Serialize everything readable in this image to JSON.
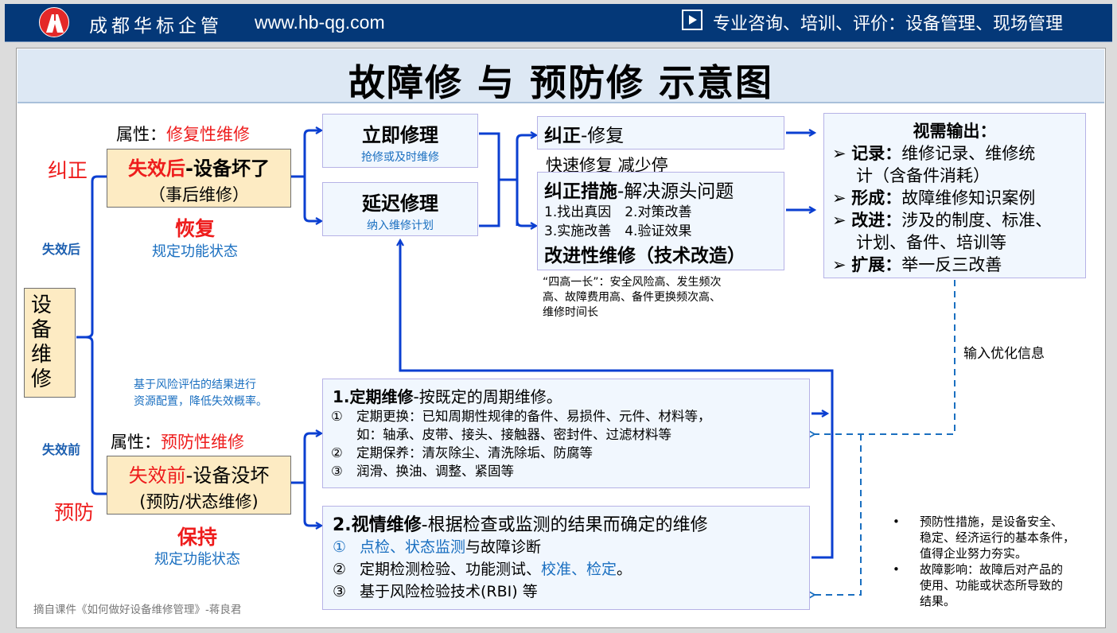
{
  "header": {
    "logo": "hb-logo-icon",
    "brand": "成都华标企管",
    "url": "www.hb-qg.com",
    "services_icon": "play-icon",
    "services": "专业咨询、培训、评价：设备管理、现场管理"
  },
  "title": "故障修 与 预防修 示意图",
  "colors": {
    "header_bg": "#043878",
    "accent_red": "#ee1c1c",
    "accent_blue": "#1a6fc0",
    "line_blue": "#0b3fd1",
    "beige_box": "#fdebc3",
    "light_box": "#f1f7fe"
  },
  "root": {
    "label": "设备维修",
    "branch_after": "失效后",
    "branch_before": "失效前"
  },
  "corrective": {
    "side_label": "纠正",
    "attr_prefix": "属性：",
    "attr_value": "修复性维修",
    "box_red": "失效后",
    "box_black": "-设备坏了",
    "box_sub": "（事后维修）",
    "result_red": "恢复",
    "result_blue": "规定功能状态"
  },
  "repair_options": [
    {
      "title": "立即修理",
      "sub": "抢修或及时维修"
    },
    {
      "title": "延迟修理",
      "sub": "纳入维修计划"
    }
  ],
  "fix": {
    "title_bold": "纠正",
    "title_rest": "-修复",
    "note": "快速修复 减少停"
  },
  "measures": {
    "title_bold": "纠正措施",
    "title_rest": "-解决源头问题",
    "line1": "1.找出真因　2.对策改善",
    "line2": "3.实施改善　4.验证效果",
    "improve": "改进性维修（技术改造）",
    "note": "“四高一长”：安全风险高、发生频次高、故障费用高、备件更换频次高、维修时间长",
    "note_lines": [
      "“四高一长”：安全风险高、发生频次",
      "高、故障费用高、备件更换频次高、",
      "维修时间长"
    ]
  },
  "outputs": {
    "title": "视需输出：",
    "items": [
      {
        "key": "记录",
        "text": "维修记录、维修统",
        "cont": "计（含备件消耗）"
      },
      {
        "key": "形成",
        "text": "故障维修知识案例",
        "cont": ""
      },
      {
        "key": "改进",
        "text": "涉及的制度、标准、",
        "cont": "计划、备件、培训等"
      },
      {
        "key": "扩展",
        "text": "举一反三改善",
        "cont": ""
      }
    ],
    "feedback_label": "输入优化信息"
  },
  "preventive": {
    "risk_note": [
      "基于风险评估的结果进行",
      "资源配置，降低失效概率。"
    ],
    "side_label": "预防",
    "attr_prefix": "属性：",
    "attr_value": "预防性维修",
    "box_red": "失效前",
    "box_black": "-设备没坏",
    "box_sub": "(预防/状态维修)",
    "result_red": "保持",
    "result_blue": "规定功能状态"
  },
  "periodic": {
    "title_bold": "1.定期维修",
    "title_rest": "-按既定的周期维修。",
    "items": [
      {
        "num": "①",
        "text": "定期更换：已知周期性规律的备件、易损件、元件、材料等，",
        "cont": "如：轴承、皮带、接头、接触器、密封件、过滤材料等"
      },
      {
        "num": "②",
        "text": "定期保养：清灰除尘、清洗除垢、防腐等",
        "cont": ""
      },
      {
        "num": "③",
        "text": "润滑、换油、调整、紧固等",
        "cont": ""
      }
    ]
  },
  "condition": {
    "title_bold": "2.视情维修",
    "title_rest": "-根据检查或监测的结果而确定的维修",
    "items": [
      {
        "num": "①",
        "blue": "点检、状态监测",
        "black": "与故障诊断"
      },
      {
        "num": "②",
        "black": "定期检测检验、功能测试、",
        "blue": "校准、检定",
        "tail": "。"
      },
      {
        "num": "③",
        "black": "基于风险检验技术(RBI) 等"
      }
    ]
  },
  "notes": [
    [
      "预防性措施，是设备安全、",
      "稳定、经济运行的基本条件，",
      "值得企业努力夯实。"
    ],
    [
      "故障影响：故障后对产品的",
      "使用、功能或状态所导致的",
      "结果。"
    ]
  ],
  "source": "摘自课件《如何做好设备维修管理》-蒋良君"
}
